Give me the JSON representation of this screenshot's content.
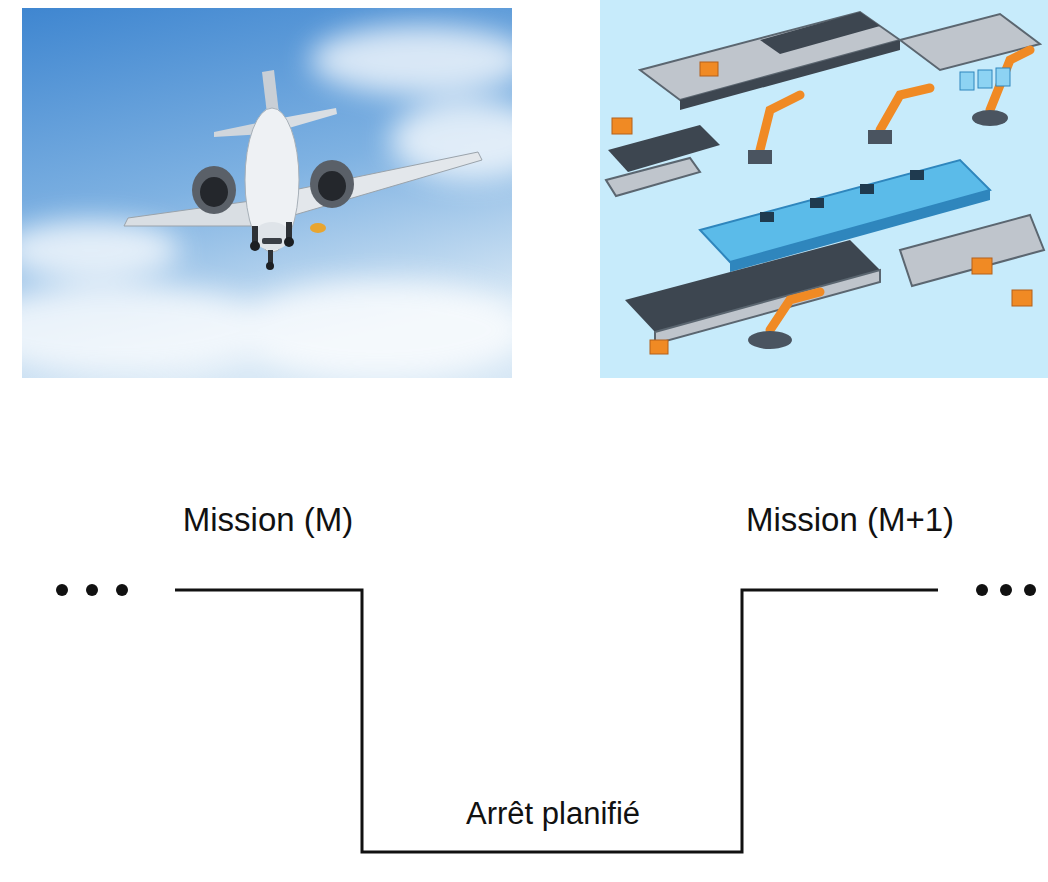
{
  "diagram": {
    "labels": [
      "Mission (M)",
      "Mission (M+1)",
      "Arrêt planifié"
    ]
  }
}
